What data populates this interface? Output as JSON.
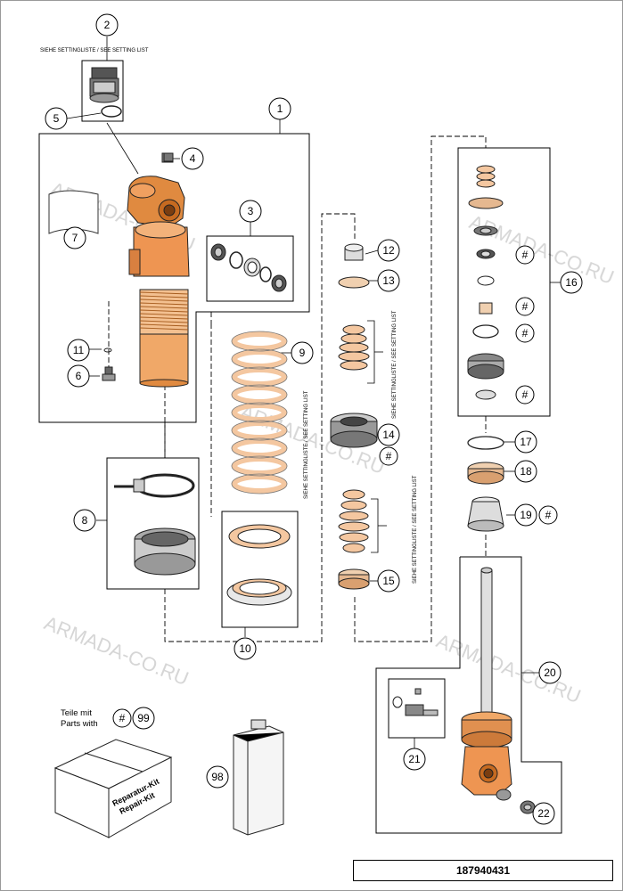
{
  "setting_note": "SIEHE SETTINGLISTE / SEE SETTING LIST",
  "watermark": "ARMADA-CO.RU",
  "parts_with": {
    "line1": "Teile mit",
    "line2": "Parts with",
    "hash": "#",
    "number": "99"
  },
  "repair_kit": {
    "line1": "Reparatur-Kit",
    "line2": "Repair-Kit"
  },
  "drawing_number": "187940431",
  "callouts": {
    "c1": "1",
    "c2": "2",
    "c3": "3",
    "c4": "4",
    "c5": "5",
    "c6": "6",
    "c7": "7",
    "c8": "8",
    "c9": "9",
    "c10": "10",
    "c11": "11",
    "c12": "12",
    "c13": "13",
    "c14": "14",
    "c15": "15",
    "c16": "16",
    "c17": "17",
    "c18": "18",
    "c19": "19",
    "c20": "20",
    "c21": "21",
    "c22": "22",
    "c98": "98"
  },
  "hash_symbol": "#"
}
